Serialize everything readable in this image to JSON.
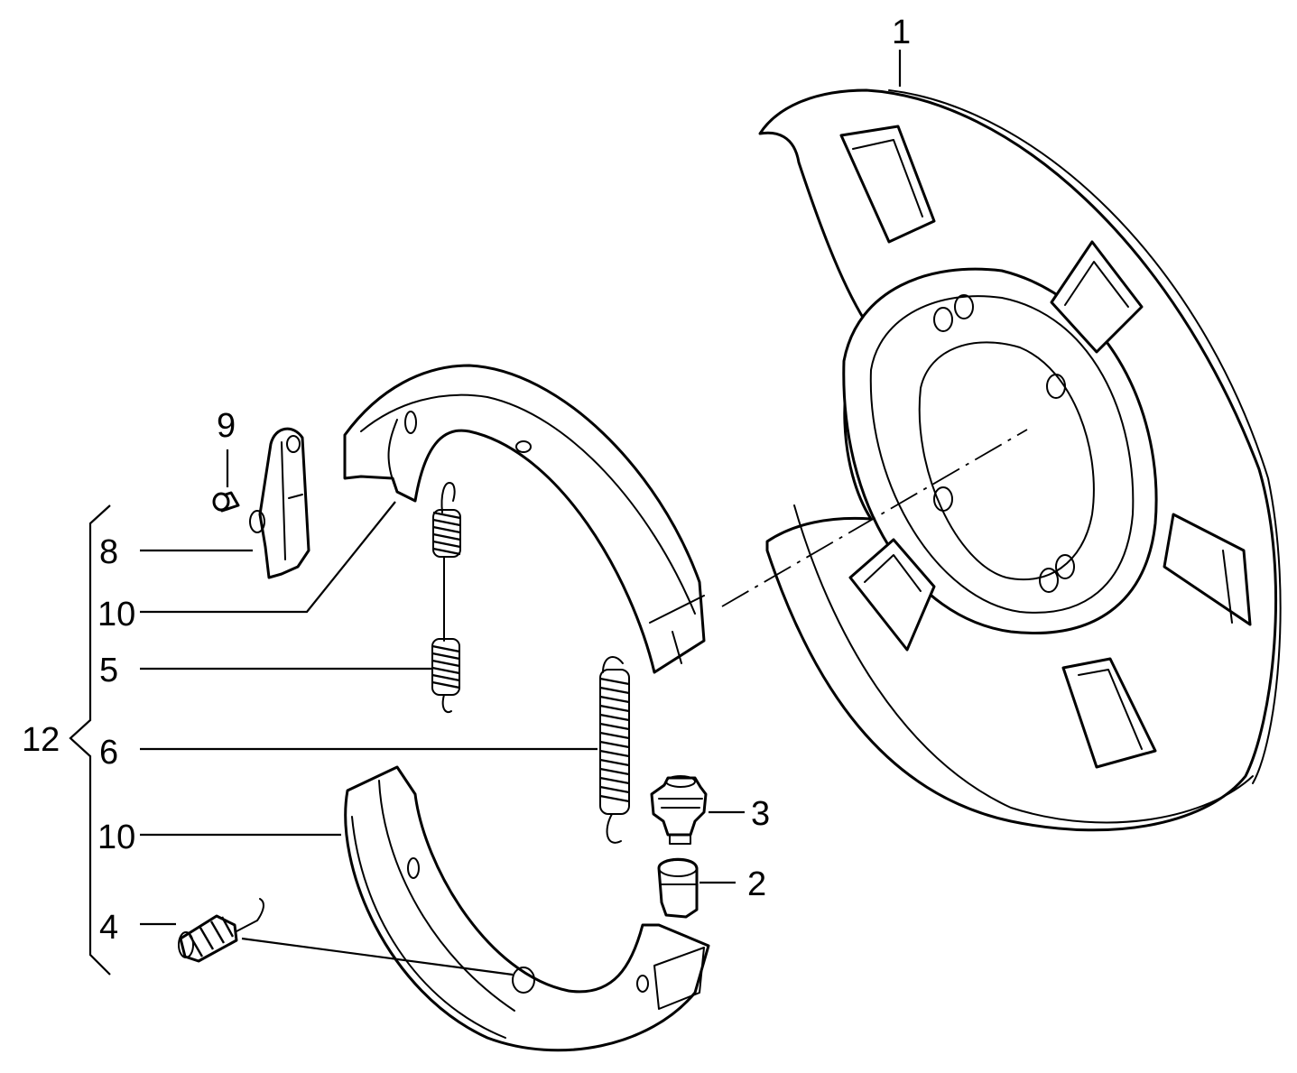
{
  "diagram": {
    "callouts": {
      "c1": "1",
      "c2": "2",
      "c3": "3",
      "c4": "4",
      "c5": "5",
      "c6": "6",
      "c8": "8",
      "c9": "9",
      "c10_upper": "10",
      "c10_lower": "10",
      "c12": "12"
    }
  }
}
